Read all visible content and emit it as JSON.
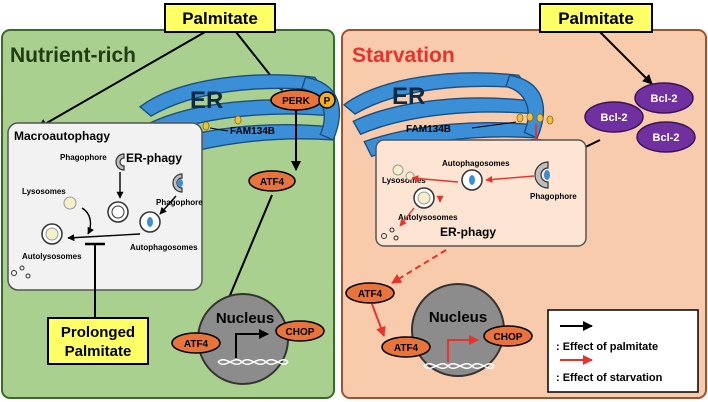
{
  "left_panel": {
    "title": "Nutrient-rich",
    "palmitate_label": "Palmitate",
    "er_label": "ER",
    "perk_label": "PERK",
    "p_label": "P",
    "fam134b_label": "FAM134B",
    "atf4_label": "ATF4",
    "macroautophagy_label": "Macroautophagy",
    "phagophore_label_1": "Phagophore",
    "er_phagy_label": "ER-phagy",
    "phagophore_label_2": "Phagophore",
    "lysosomes_label": "Lysosomes",
    "autophagosomes_label": "Autophagosomes",
    "autolysosomes_label": "Autolysosomes",
    "prolonged_line1": "Prolonged",
    "prolonged_line2": "Palmitate",
    "nucleus_label": "Nucleus",
    "nucleus_atf4_label": "ATF4",
    "chop_label": "CHOP"
  },
  "right_panel": {
    "title": "Starvation",
    "palmitate_label": "Palmitate",
    "er_label": "ER",
    "fam134b_label": "FAM134B",
    "bcl2_labels": [
      "Bcl-2",
      "Bcl-2",
      "Bcl-2"
    ],
    "autophagosomes_label": "Autophagosomes",
    "lysosomes_label": "Lysosomes",
    "phagophore_label": "Phagophore",
    "autolysosomes_label": "Autolysosomes",
    "er_phagy_label": "ER-phagy",
    "atf4_label": "ATF4",
    "nucleus_label": "Nucleus",
    "nucleus_atf4_label": "ATF4",
    "chop_label": "CHOP"
  },
  "legend": {
    "palmitate_effect": ": Effect of palmitate",
    "starvation_effect": ": Effect of starvation"
  },
  "colors": {
    "left_bg": "#a9d08e",
    "right_bg": "#f8cbad",
    "yellow_box": "#ffff66",
    "er_blue": "#3a8fd6",
    "orange_pill": "#e8743b",
    "bcl2_purple": "#7030a0",
    "nucleus_gray": "#8c8c8c",
    "red_arrow": "#e8322a",
    "title_red": "#e8322a"
  }
}
